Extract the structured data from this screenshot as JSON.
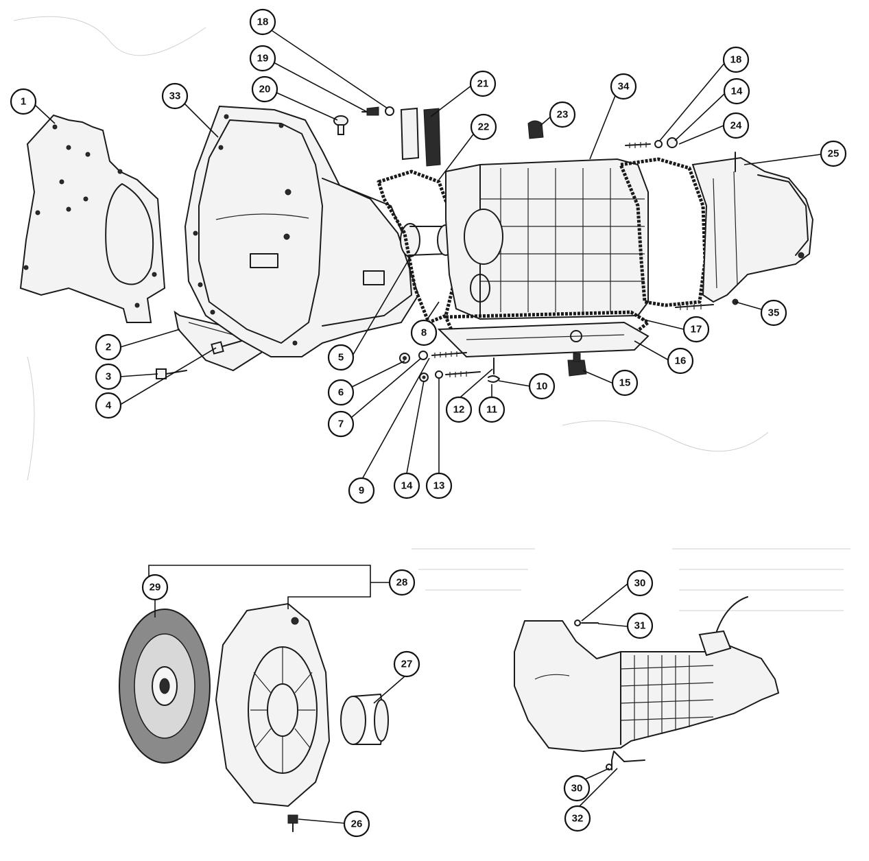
{
  "diagram": {
    "callouts": {
      "c1": "1",
      "c2": "2",
      "c3": "3",
      "c4": "4",
      "c5": "5",
      "c6": "6",
      "c7": "7",
      "c8": "8",
      "c9": "9",
      "c10": "10",
      "c11": "11",
      "c12": "12",
      "c13": "13",
      "c14a": "14",
      "c14b": "14",
      "c15": "15",
      "c16": "16",
      "c17": "17",
      "c18a": "18",
      "c18b": "18",
      "c19": "19",
      "c20": "20",
      "c21": "21",
      "c22": "22",
      "c23": "23",
      "c24": "24",
      "c25": "25",
      "c26": "26",
      "c27": "27",
      "c28": "28",
      "c29": "29",
      "c30a": "30",
      "c30b": "30",
      "c31": "31",
      "c32": "32",
      "c33": "33",
      "c34": "34",
      "c35": "35"
    }
  }
}
